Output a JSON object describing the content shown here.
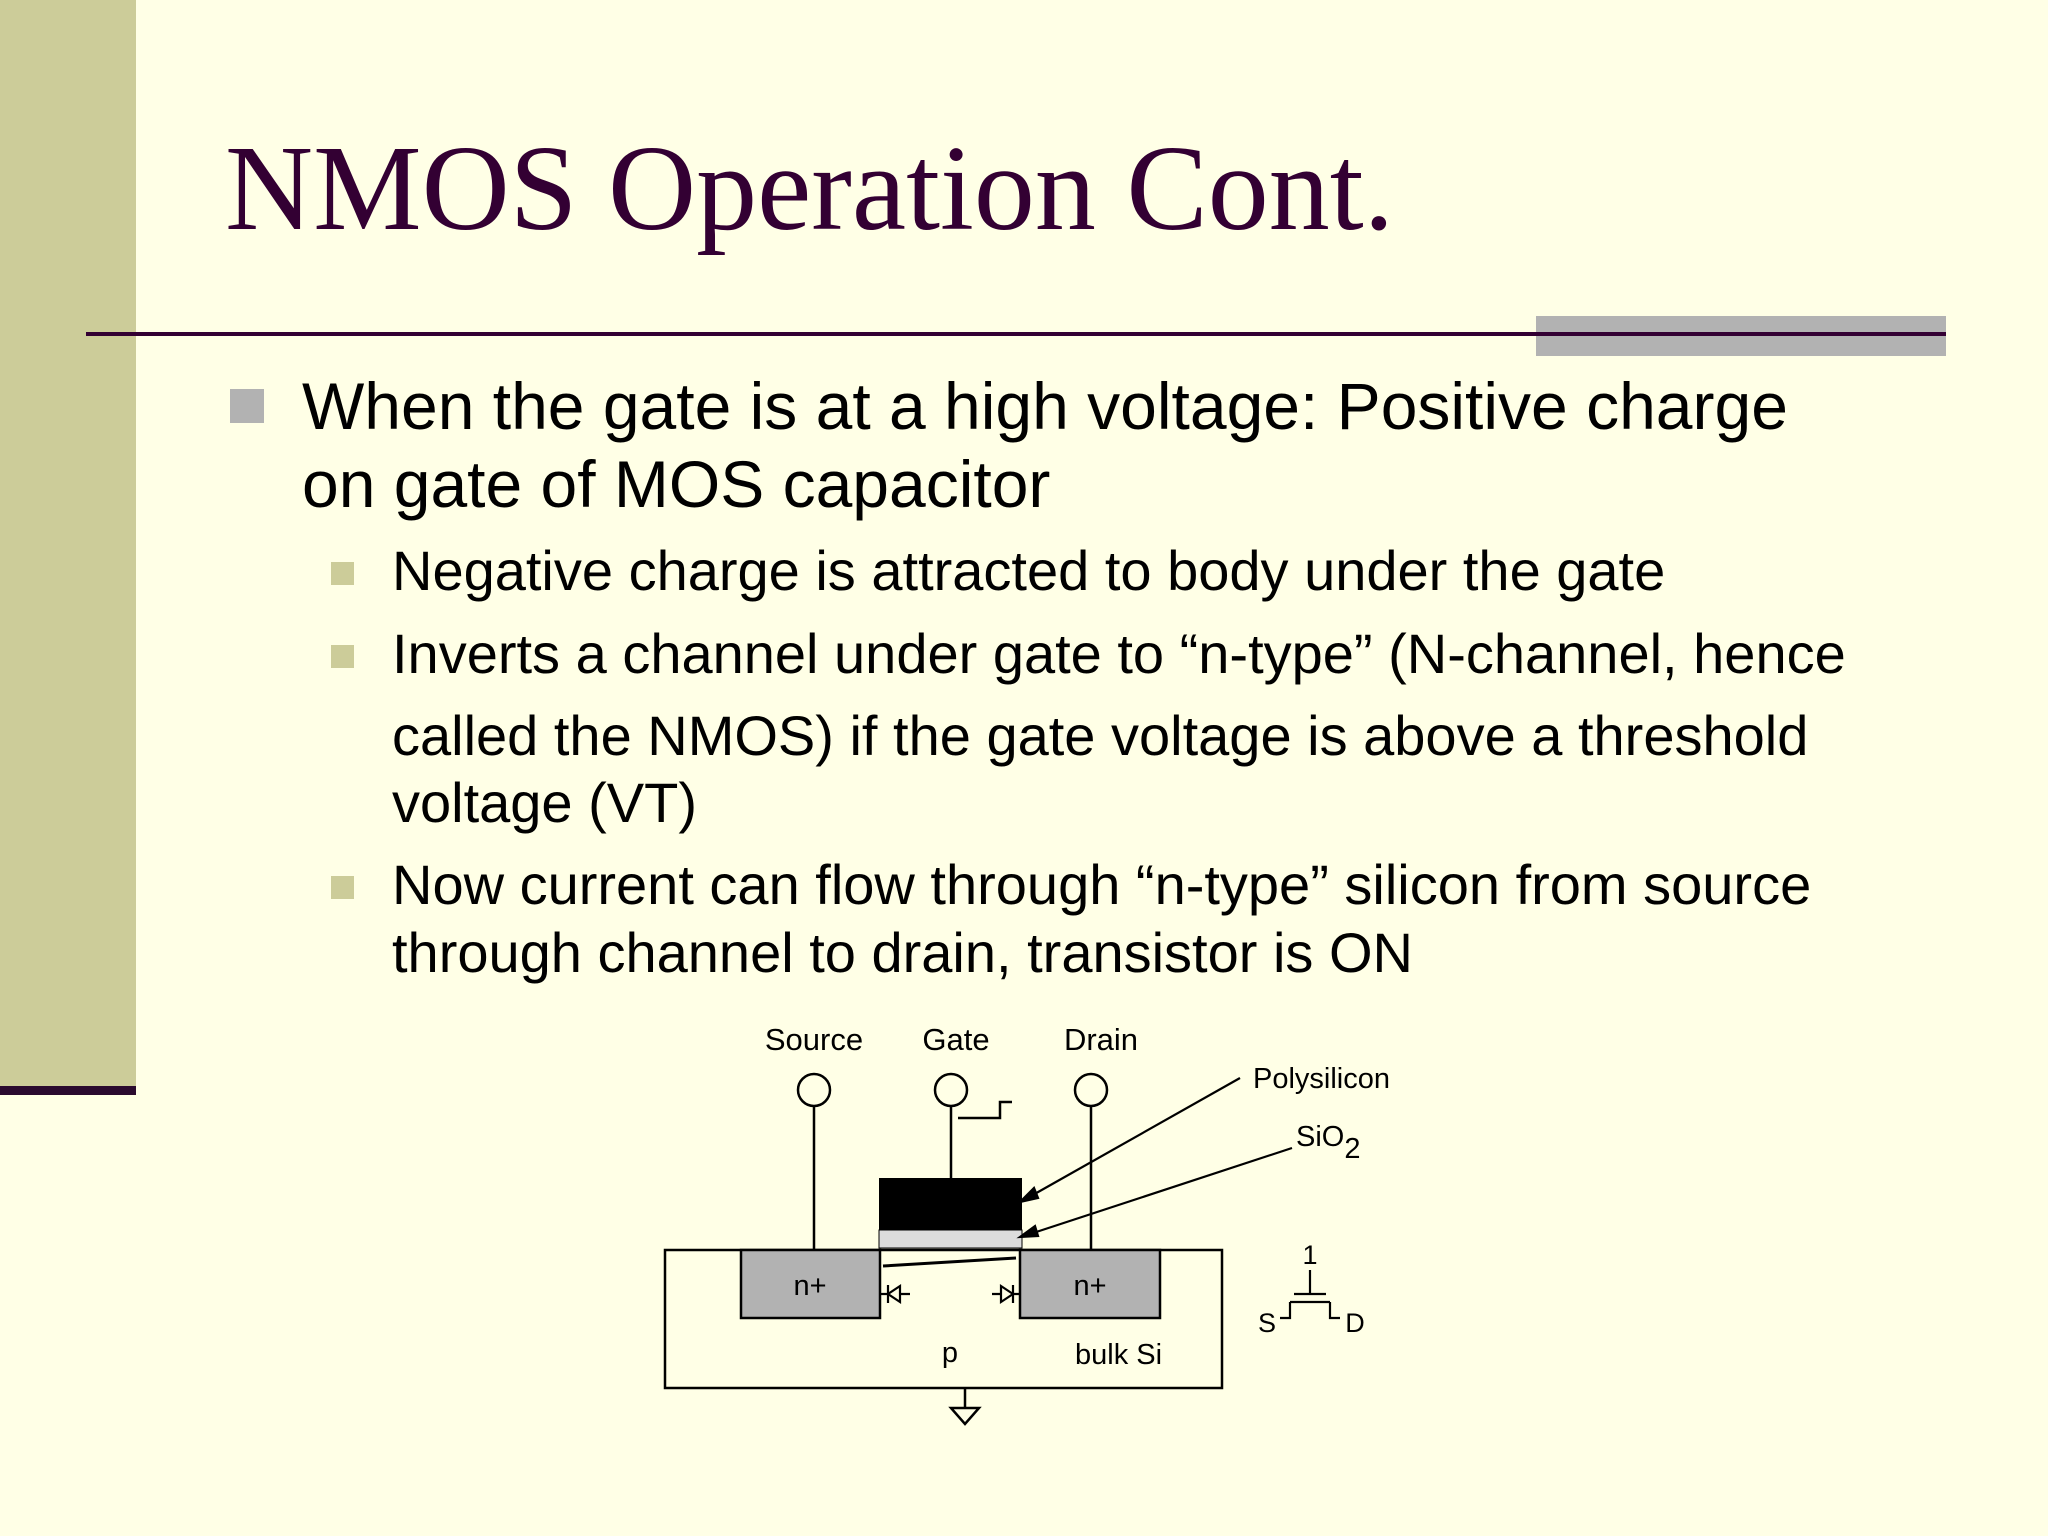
{
  "slide": {
    "title": "NMOS Operation Cont.",
    "bullets": [
      {
        "lines": [
          "When the gate is at a high voltage: Positive charge",
          "on gate of MOS capacitor"
        ],
        "sub": [
          {
            "lines": [
              "Negative charge is attracted to body under the gate"
            ]
          },
          {
            "lines": [
              "Inverts a channel under gate to “n-type” (N-channel, hence",
              "called the NMOS) if the gate voltage is above a threshold",
              "voltage (VT)"
            ]
          },
          {
            "lines": [
              "Now current can flow through “n-type” silicon from source",
              "through channel to drain, transistor is ON"
            ]
          }
        ]
      }
    ]
  },
  "diagram": {
    "terminals": {
      "source": "Source",
      "gate": "Gate",
      "drain": "Drain"
    },
    "labels": {
      "polysilicon": "Polysilicon",
      "sio2_main": "SiO",
      "sio2_sub": "2",
      "nplus_left": "n+",
      "nplus_right": "n+",
      "p": "p",
      "bulk": "bulk Si"
    },
    "symbol": {
      "gate_value": "1",
      "s": "S",
      "d": "D"
    }
  },
  "colors": {
    "background": "#FFFFE6",
    "sidebar": "#CCCC99",
    "title": "#330033",
    "accent_gray": "#B2B2B2"
  }
}
